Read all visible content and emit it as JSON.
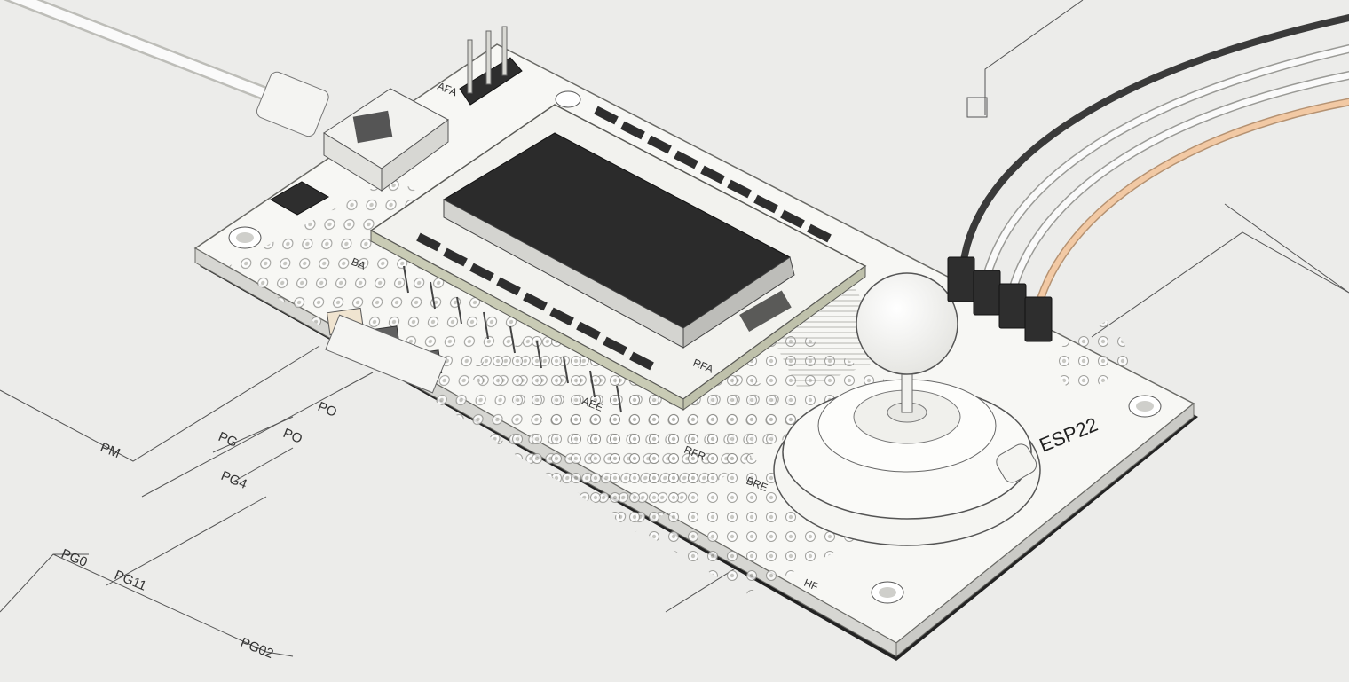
{
  "colors": {
    "background": "#ececea",
    "board": "#f7f7f4",
    "board_edge": "#d6d6d2",
    "screen": "#2b2b2b",
    "module_border": "#c9cbb5",
    "wire_black": "#3a3a3a",
    "wire_white": "#fafafa",
    "wire_peach": "#f2c9a4",
    "ink": "#333333"
  },
  "board": {
    "brand_label": "ESP22"
  },
  "schematic_labels": {
    "pin_1": "PM",
    "pin_2": "PG",
    "pin_3": "PO",
    "pin_4": "PO",
    "pin_5": "PG4",
    "pin_6": "PG0",
    "pin_7": "PG11",
    "pin_8": "PG02"
  },
  "silkscreen": {
    "top_header": "AFA",
    "left_chip": "BA",
    "board_mark_1": "RFR",
    "board_mark_2": "BRE",
    "board_mark_3": "AEE",
    "board_mark_4": "HF",
    "module_mark": "RFA"
  },
  "icons": {
    "joystick": "joystick-icon",
    "display": "lcd-display-icon",
    "usb": "usb-connector-icon",
    "header": "pin-header-icon"
  }
}
